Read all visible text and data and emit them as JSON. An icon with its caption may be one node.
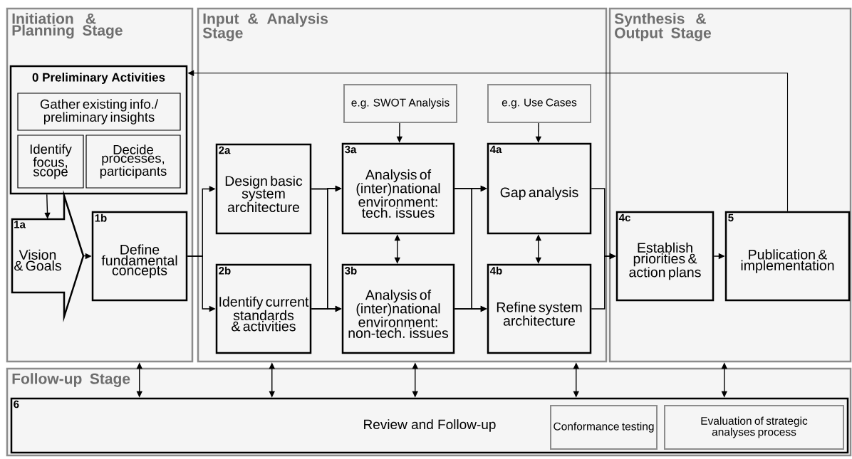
{
  "diagram": {
    "nodes": [
      {
        "text": [
          "Initiation & Planning Stage"
        ]
      },
      {
        "text": [
          "Input & Analysis Stage"
        ]
      },
      {
        "text": [
          "Synthesis & Output Stage"
        ]
      },
      {
        "text": [
          "Follow-up Stage"
        ]
      },
      {
        "text": [
          "0 Preliminary Activities"
        ],
        "in": 0
      },
      {
        "text": [
          "Gather existing info./ preliminary insights"
        ],
        "in": 4
      },
      {
        "text": [
          "Identify focus, scope"
        ],
        "in": 4
      },
      {
        "text": [
          "Decide processes, participants"
        ],
        "in": 4
      },
      {
        "text": [
          "1a",
          "Vision & Goals"
        ],
        "in": 0
      },
      {
        "text": [
          "1b",
          "Define fundamental concepts"
        ],
        "in": 0
      },
      {
        "text": [
          "2a",
          "Design basic system architecture"
        ],
        "in": 1
      },
      {
        "text": [
          "2b",
          "Identify current standards & activities"
        ],
        "in": 1
      },
      {
        "text": [
          "e.g. SWOT Analysis"
        ],
        "in": 1
      },
      {
        "text": [
          "3a",
          "Analysis of (inter)national environment: tech. issues"
        ],
        "in": 1
      },
      {
        "text": [
          "3b",
          "Analysis of (inter)national environment: non-tech. issues"
        ],
        "in": 1
      },
      {
        "text": [
          "e.g. Use Cases"
        ],
        "in": 1
      },
      {
        "text": [
          "4a",
          "Gap analysis"
        ],
        "in": 1
      },
      {
        "text": [
          "4b",
          "Refine system architecture"
        ],
        "in": 1
      },
      {
        "text": [
          "4c",
          "Establish priorities & action plans"
        ],
        "in": 2
      },
      {
        "text": [
          "5",
          "Publication & implementation"
        ],
        "in": 2
      },
      {
        "text": [
          "6",
          "Review and Follow-up"
        ],
        "in": 3
      },
      {
        "text": [
          "Conformance testing"
        ],
        "in": 20
      },
      {
        "text": [
          "Evaluation of strategic analyses process"
        ],
        "in": 20
      }
    ],
    "edges": [
      {
        "from": 4,
        "to": 8,
        "arrow": "to"
      },
      {
        "from": 8,
        "to": 9,
        "arrow": "to"
      },
      {
        "from": 9,
        "to": 10,
        "arrow": "to"
      },
      {
        "from": 9,
        "to": 11,
        "arrow": "to"
      },
      {
        "from": 10,
        "to": 13,
        "arrow": "to"
      },
      {
        "from": 10,
        "to": 14,
        "arrow": "to"
      },
      {
        "from": 11,
        "to": 13,
        "arrow": "to"
      },
      {
        "from": 11,
        "to": 14,
        "arrow": "to"
      },
      {
        "from": 12,
        "to": 13,
        "arrow": "to"
      },
      {
        "from": 13,
        "to": 14,
        "arrow": "both"
      },
      {
        "from": 15,
        "to": 16,
        "arrow": "to"
      },
      {
        "from": 16,
        "to": 17,
        "arrow": "both"
      },
      {
        "from": 13,
        "to": 16,
        "arrow": "to"
      },
      {
        "from": 13,
        "to": 17,
        "arrow": "to"
      },
      {
        "from": 14,
        "to": 16,
        "arrow": "to"
      },
      {
        "from": 14,
        "to": 17,
        "arrow": "to"
      },
      {
        "from": 16,
        "to": 18,
        "arrow": "to"
      },
      {
        "from": 17,
        "to": 18,
        "arrow": "to"
      },
      {
        "from": 18,
        "to": 19,
        "arrow": "to"
      },
      {
        "from": 19,
        "to": 4,
        "arrow": "to"
      },
      {
        "from": 0,
        "to": 20,
        "arrow": "both"
      },
      {
        "from": 1,
        "to": 20,
        "arrow": "both"
      },
      {
        "from": 1,
        "to": 20,
        "arrow": "both"
      },
      {
        "from": 1,
        "to": 20,
        "arrow": "both"
      },
      {
        "from": 2,
        "to": 20,
        "arrow": "both"
      }
    ]
  }
}
